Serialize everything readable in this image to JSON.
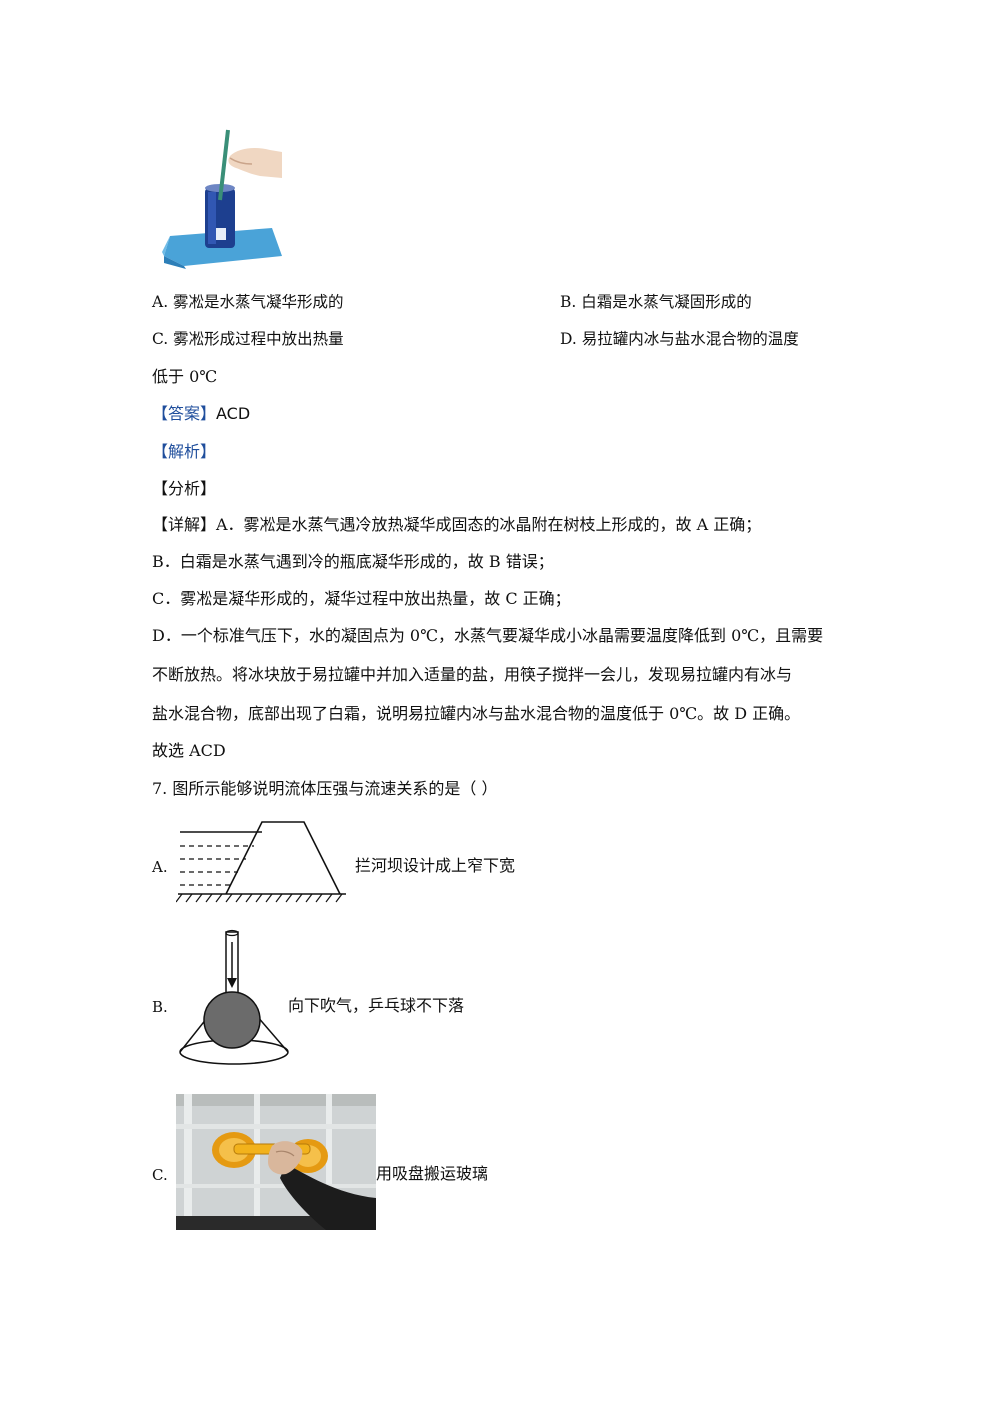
{
  "q6": {
    "options": {
      "a": "A.  雾凇是水蒸气凝华形成的",
      "b": "B.  白霜是水蒸气凝固形成的",
      "c": "C.  雾凇形成过程中放出热量",
      "d": "D.  易拉罐内冰与盐水混合物的温度",
      "d_cont": "低于 0℃"
    },
    "answer_label": "【答案】",
    "answer_value": "ACD",
    "explain_label": "【解析】",
    "analysis_label": "【分析】",
    "detail": [
      "【详解】A．雾凇是水蒸气遇冷放热凝华成固态的冰晶附在树枝上形成的，故 A 正确；",
      "B．白霜是水蒸气遇到冷的瓶底凝华形成的，故 B 错误；",
      "C．雾凇是凝华形成的，凝华过程中放出热量，故 C 正确；",
      "D．一个标准气压下，水的凝固点为 0℃，水蒸气要凝华成小冰晶需要温度降低到 0℃，且需要",
      "不断放热。将冰块放于易拉罐中并加入适量的盐，用筷子搅拌一会儿，发现易拉罐内有冰与",
      "盐水混合物，底部出现了白霜，说明易拉罐内冰与盐水混合物的温度低于 0℃。故 D 正确。",
      "故选 ACD"
    ]
  },
  "q7": {
    "stem": "7. 图所示能够说明流体压强与流速关系的是（        ）",
    "options": [
      {
        "letter": "A.",
        "caption": "拦河坝设计成上窄下宽"
      },
      {
        "letter": "B.",
        "caption": "向下吹气，乒乓球不下落"
      },
      {
        "letter": "C.",
        "caption": "用吸盘搬运玻璃"
      }
    ]
  },
  "colors": {
    "bracket_blue": "#1f4e9c",
    "can_blue": "#1d3f8f",
    "cloth_blue": "#4aa3d8",
    "suction_yellow": "#f2b21c"
  }
}
